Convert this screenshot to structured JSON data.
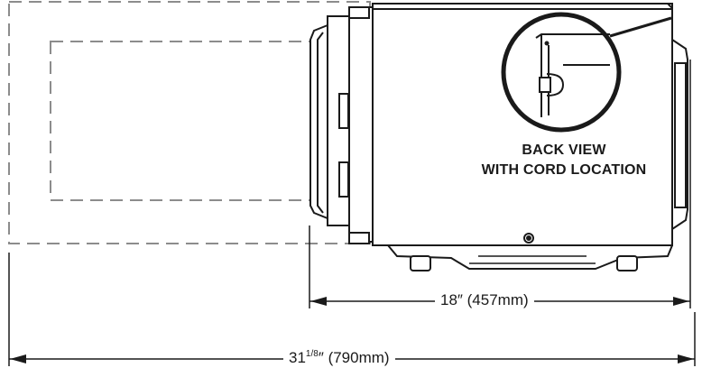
{
  "callout": {
    "line1": "BACK VIEW",
    "line2": "WITH CORD LOCATION"
  },
  "dimensions": {
    "depth": {
      "text": "18″ (457mm)"
    },
    "total": {
      "whole": "31",
      "fraction": "1/8",
      "rest": "″ (790mm)"
    }
  },
  "colors": {
    "line": "#1a1a1a",
    "dashed": "#8c8c8c",
    "background": "#ffffff"
  }
}
